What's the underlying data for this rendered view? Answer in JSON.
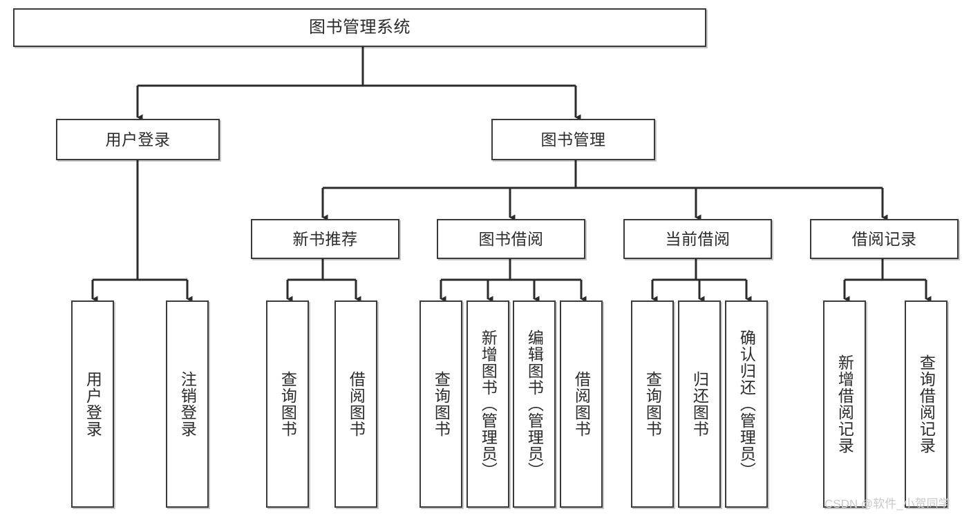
{
  "diagram": {
    "title": "图书管理系统",
    "root": {
      "label": "图书管理系统"
    },
    "level1": [
      {
        "label": "用户登录"
      },
      {
        "label": "图书管理"
      }
    ],
    "level2": [
      {
        "label": "新书推荐"
      },
      {
        "label": "图书借阅"
      },
      {
        "label": "当前借阅"
      },
      {
        "label": "借阅记录"
      }
    ],
    "leaves": {
      "user_login": [
        {
          "label": "用户登录"
        },
        {
          "label": "注销登录"
        }
      ],
      "new_book_recommend": [
        {
          "label": "查询图书"
        },
        {
          "label": "借阅图书"
        }
      ],
      "book_borrow": [
        {
          "label": "查询图书"
        },
        {
          "label": "新增图书（管理员）"
        },
        {
          "label": "编辑图书（管理员）"
        },
        {
          "label": "借阅图书"
        }
      ],
      "current_borrow": [
        {
          "label": "查询图书"
        },
        {
          "label": "归还图书"
        },
        {
          "label": "确认归还（管理员）"
        }
      ],
      "borrow_record": [
        {
          "label": "新增借阅记录"
        },
        {
          "label": "查询借阅记录"
        }
      ]
    }
  },
  "watermark": {
    "text": "CSDN @软件_小贺同学"
  },
  "colors": {
    "box_border": "#3a3a3a",
    "box_fill": "#ffffff",
    "text": "#2b2b2b",
    "connector": "#2b2b2b",
    "watermark": "#c8c8c8",
    "background": "#ffffff"
  }
}
